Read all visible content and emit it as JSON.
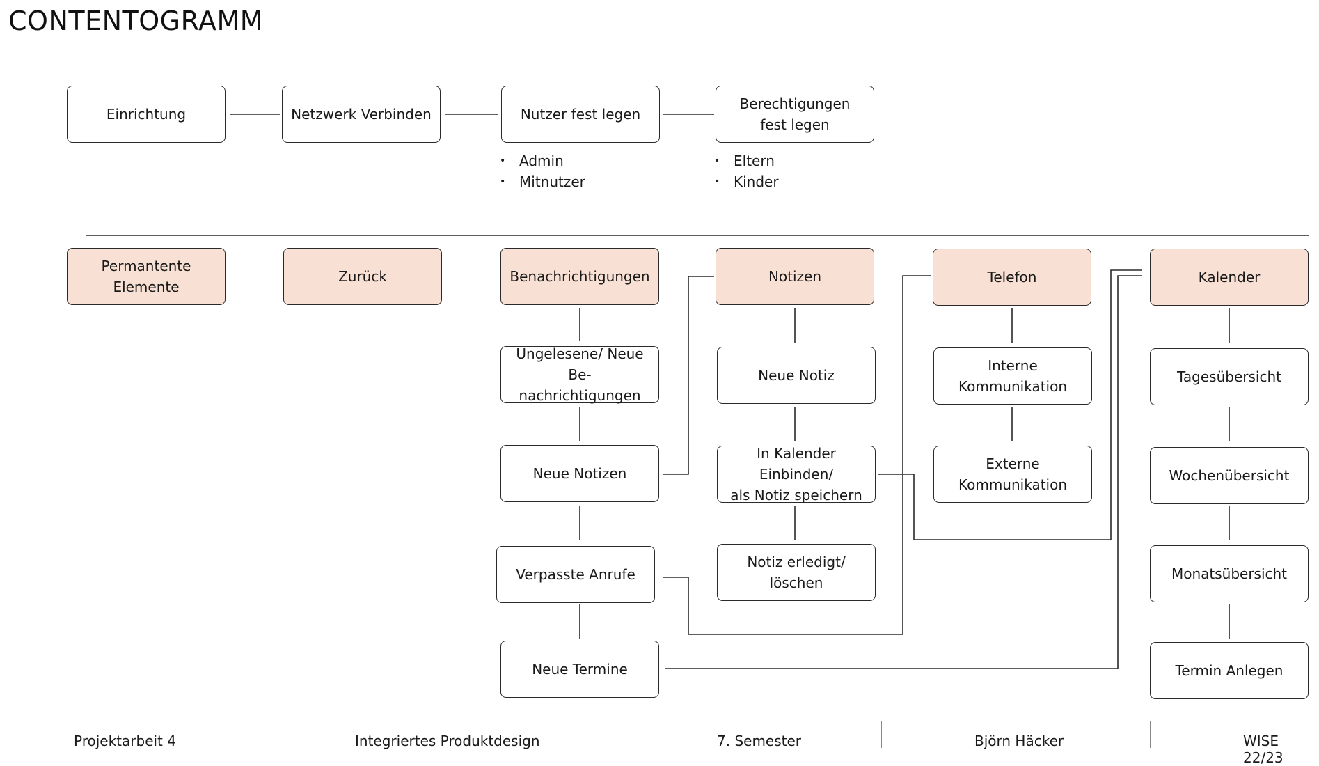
{
  "title": "CONTENTOGRAMM",
  "setup": {
    "einrichtung": "Einrichtung",
    "netzwerk": "Netzwerk Verbinden",
    "nutzer": "Nutzer fest legen",
    "berechtigungen": "Berechtigungen\nfest legen",
    "nutzer_list": [
      "Admin",
      "Mitnutzer"
    ],
    "berechtigungen_list": [
      "Eltern",
      "Kinder"
    ]
  },
  "categories": {
    "permanent": "Permantente Elemente",
    "zurueck": "Zurück",
    "benachrichtigungen": "Benachrichtigungen",
    "notizen": "Notizen",
    "telefon": "Telefon",
    "kalender": "Kalender"
  },
  "benachrichtigungen_items": {
    "ungelesene": "Ungelesene/ Neue Be-\nnachrichtigungen",
    "neue_notizen": "Neue Notizen",
    "verpasste": "Verpasste Anrufe",
    "neue_termine": "Neue Termine"
  },
  "notizen_items": {
    "neue_notiz": "Neue Notiz",
    "einbinden": "In Kalender Einbinden/\nals Notiz speichern",
    "erledigt": "Notiz erledigt/ löschen"
  },
  "telefon_items": {
    "intern": "Interne Kommunikation",
    "extern": "Externe Kommunikation"
  },
  "kalender_items": {
    "tag": "Tagesübersicht",
    "woche": "Wochenübersicht",
    "monat": "Monatsübersicht",
    "termin": "Termin Anlegen"
  },
  "footer": [
    "Projektarbeit 4",
    "Integriertes Produktdesign",
    "7. Semester",
    "Björn Häcker",
    "WISE 22/23"
  ],
  "colors": {
    "category_fill": "#f9e0d4",
    "stroke": "#2a2a2a"
  }
}
